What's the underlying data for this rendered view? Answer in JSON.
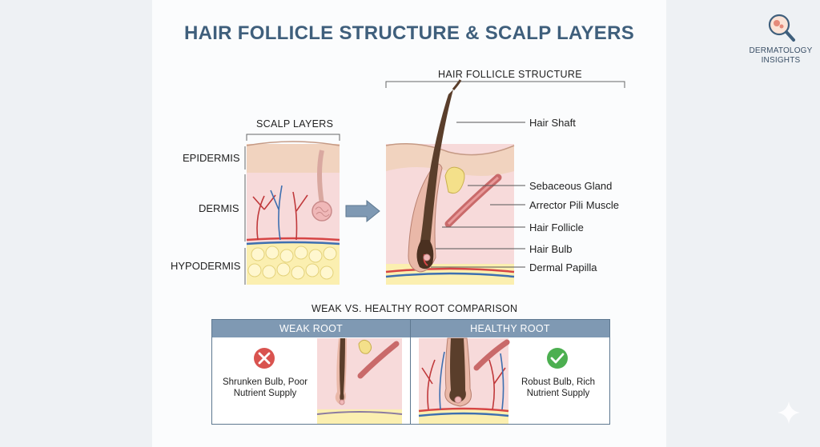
{
  "title": "HAIR FOLLICLE STRUCTURE & SCALP LAYERS",
  "brand": {
    "line1": "DERMATOLOGY",
    "line2": "INSIGHTS",
    "icon": "magnifier-skin-icon"
  },
  "scalp_layers": {
    "heading": "SCALP LAYERS",
    "layers": [
      "EPIDERMIS",
      "DERMIS",
      "HYPODERMIS"
    ]
  },
  "follicle": {
    "heading": "HAIR FOLLICLE STRUCTURE",
    "labels": [
      "Hair Shaft",
      "Sebaceous Gland",
      "Arrector Pili Muscle",
      "Hair Follicle",
      "Hair Bulb",
      "Dermal Papilla"
    ]
  },
  "comparison": {
    "heading": "WEAK VS. HEALTHY ROOT COMPARISON",
    "weak": {
      "header": "WEAK ROOT",
      "caption_line1": "Shrunken Bulb, Poor",
      "caption_line2": "Nutrient Supply",
      "icon": "x-circle-icon",
      "color": "#d9534f"
    },
    "healthy": {
      "header": "HEALTHY ROOT",
      "caption_line1": "Robust Bulb, Rich",
      "caption_line2": "Nutrient Supply",
      "icon": "check-circle-icon",
      "color": "#4caf50"
    }
  },
  "colors": {
    "title": "#3f5f7c",
    "epidermis": "#f1d3bf",
    "dermis": "#f7dada",
    "fat": "#fbefb0",
    "hair": "#5a3e2b",
    "artery": "#d64545",
    "vein": "#3d6fb0"
  }
}
